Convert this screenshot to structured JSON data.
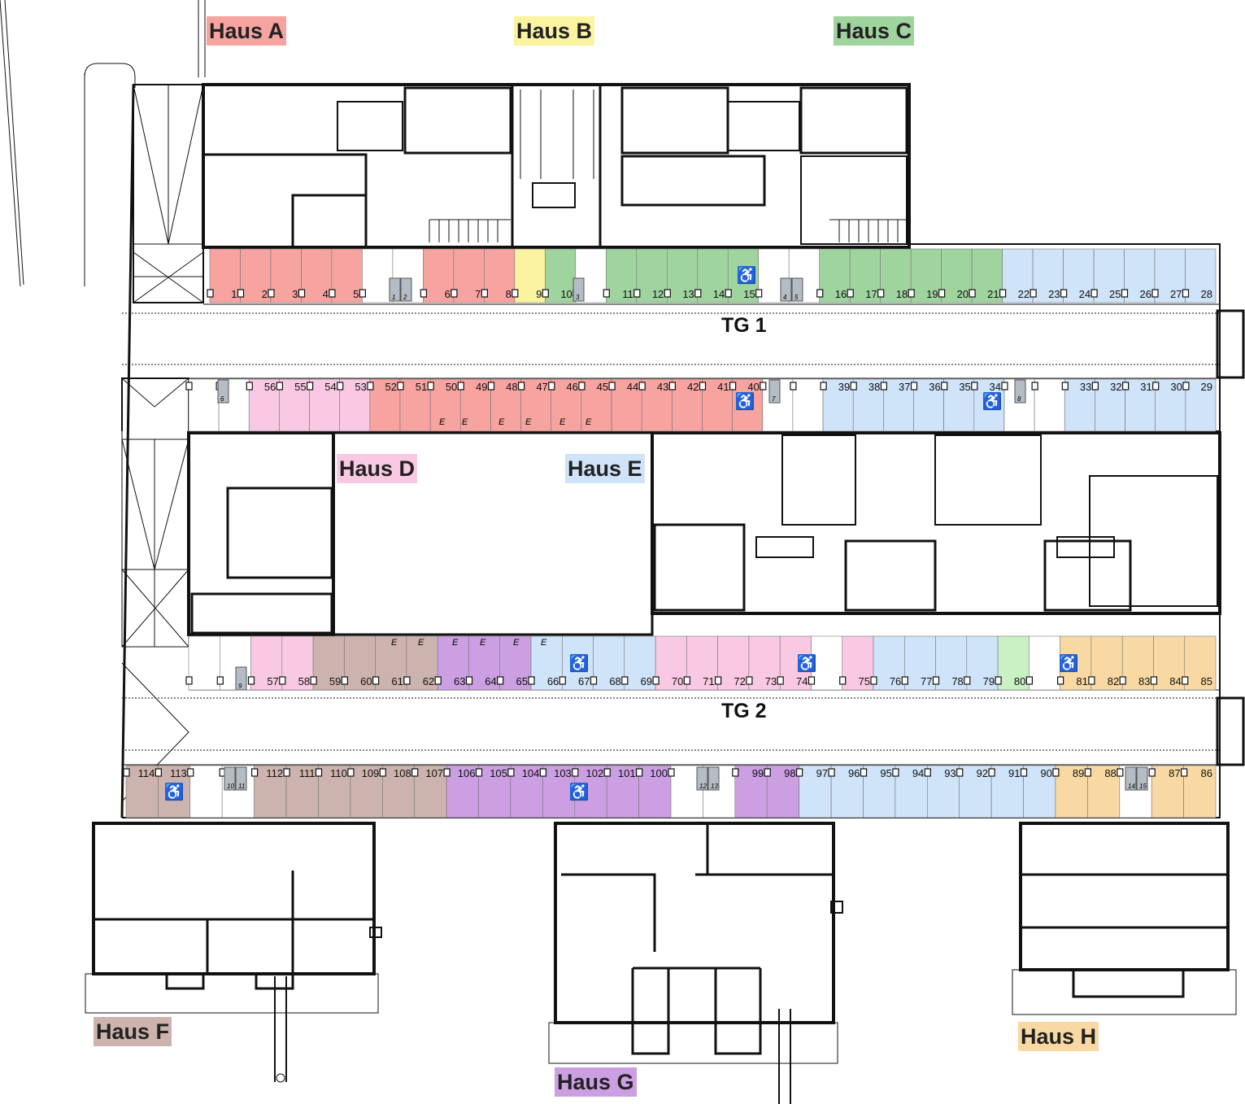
{
  "colors": {
    "A": "#f7a3a0",
    "B": "#fbf3a0",
    "C": "#9fd49f",
    "D": "#f9c9e3",
    "E": "#cfe3f9",
    "F": "#cdb3ad",
    "G": "#cc9fe3",
    "H": "#f9d9a3",
    "W": "#ffffff",
    "X": "#c9f1c4",
    "S": "#b4bcc4"
  },
  "houses": {
    "A": {
      "label": "Haus A"
    },
    "B": {
      "label": "Haus B"
    },
    "C": {
      "label": "Haus C"
    },
    "D": {
      "label": "Haus D"
    },
    "E": {
      "label": "Haus E"
    },
    "F": {
      "label": "Haus F"
    },
    "G": {
      "label": "Haus G"
    },
    "H": {
      "label": "Haus H"
    }
  },
  "garages": {
    "tg1": "TG 1",
    "tg2": "TG 2"
  },
  "rows": {
    "row1": [
      [
        "1",
        "A"
      ],
      [
        "2",
        "A"
      ],
      [
        "3",
        "A"
      ],
      [
        "4",
        "A"
      ],
      [
        "5",
        "A"
      ],
      [
        "",
        "W"
      ],
      [
        "",
        "W"
      ],
      [
        "6",
        "A"
      ],
      [
        "7",
        "A"
      ],
      [
        "8",
        "A"
      ],
      [
        "9",
        "B"
      ],
      [
        "10",
        "C"
      ],
      [
        "",
        "W"
      ],
      [
        "11",
        "C"
      ],
      [
        "12",
        "C"
      ],
      [
        "13",
        "C"
      ],
      [
        "14",
        "C"
      ],
      [
        "15",
        "C"
      ],
      [
        "",
        "W"
      ],
      [
        "",
        "W"
      ],
      [
        "16",
        "C"
      ],
      [
        "17",
        "C"
      ],
      [
        "18",
        "C"
      ],
      [
        "19",
        "C"
      ],
      [
        "20",
        "C"
      ],
      [
        "21",
        "C"
      ],
      [
        "22",
        "E"
      ],
      [
        "23",
        "E"
      ],
      [
        "24",
        "E"
      ],
      [
        "25",
        "E"
      ],
      [
        "26",
        "E"
      ],
      [
        "27",
        "E"
      ],
      [
        "28",
        "E"
      ]
    ],
    "row2": [
      [
        "",
        "W"
      ],
      [
        "",
        "W"
      ],
      [
        "56",
        "D"
      ],
      [
        "55",
        "D"
      ],
      [
        "54",
        "D"
      ],
      [
        "53",
        "D"
      ],
      [
        "52",
        "A"
      ],
      [
        "51",
        "A"
      ],
      [
        "50",
        "A"
      ],
      [
        "49",
        "A"
      ],
      [
        "48",
        "A"
      ],
      [
        "47",
        "A"
      ],
      [
        "46",
        "A"
      ],
      [
        "45",
        "A"
      ],
      [
        "44",
        "A"
      ],
      [
        "43",
        "A"
      ],
      [
        "42",
        "A"
      ],
      [
        "41",
        "A"
      ],
      [
        "40",
        "A"
      ],
      [
        "",
        "W"
      ],
      [
        "",
        "W"
      ],
      [
        "39",
        "E"
      ],
      [
        "38",
        "E"
      ],
      [
        "37",
        "E"
      ],
      [
        "36",
        "E"
      ],
      [
        "35",
        "E"
      ],
      [
        "34",
        "E"
      ],
      [
        "",
        "W"
      ],
      [
        "",
        "W"
      ],
      [
        "33",
        "E"
      ],
      [
        "32",
        "E"
      ],
      [
        "31",
        "E"
      ],
      [
        "30",
        "E"
      ],
      [
        "29",
        "E"
      ]
    ],
    "row3": [
      [
        "",
        "W"
      ],
      [
        "",
        "W"
      ],
      [
        "57",
        "D"
      ],
      [
        "58",
        "D"
      ],
      [
        "59",
        "F"
      ],
      [
        "60",
        "F"
      ],
      [
        "61",
        "F"
      ],
      [
        "62",
        "F"
      ],
      [
        "63",
        "G"
      ],
      [
        "64",
        "G"
      ],
      [
        "65",
        "G"
      ],
      [
        "66",
        "E"
      ],
      [
        "67",
        "E"
      ],
      [
        "68",
        "E"
      ],
      [
        "69",
        "E"
      ],
      [
        "70",
        "D"
      ],
      [
        "71",
        "D"
      ],
      [
        "72",
        "D"
      ],
      [
        "73",
        "D"
      ],
      [
        "74",
        "D"
      ],
      [
        "",
        "W"
      ],
      [
        "75",
        "D"
      ],
      [
        "76",
        "E"
      ],
      [
        "77",
        "E"
      ],
      [
        "78",
        "E"
      ],
      [
        "79",
        "E"
      ],
      [
        "80",
        "X"
      ],
      [
        "",
        "W"
      ],
      [
        "81",
        "H"
      ],
      [
        "82",
        "H"
      ],
      [
        "83",
        "H"
      ],
      [
        "84",
        "H"
      ],
      [
        "85",
        "H"
      ]
    ],
    "row4": [
      [
        "114",
        "F"
      ],
      [
        "113",
        "F"
      ],
      [
        "",
        "W"
      ],
      [
        "",
        "W"
      ],
      [
        "112",
        "F"
      ],
      [
        "111",
        "F"
      ],
      [
        "110",
        "F"
      ],
      [
        "109",
        "F"
      ],
      [
        "108",
        "F"
      ],
      [
        "107",
        "F"
      ],
      [
        "106",
        "G"
      ],
      [
        "105",
        "G"
      ],
      [
        "104",
        "G"
      ],
      [
        "103",
        "G"
      ],
      [
        "102",
        "G"
      ],
      [
        "101",
        "G"
      ],
      [
        "100",
        "G"
      ],
      [
        "",
        "W"
      ],
      [
        "",
        "W"
      ],
      [
        "99",
        "G"
      ],
      [
        "98",
        "G"
      ],
      [
        "97",
        "E"
      ],
      [
        "96",
        "E"
      ],
      [
        "95",
        "E"
      ],
      [
        "94",
        "E"
      ],
      [
        "93",
        "E"
      ],
      [
        "92",
        "E"
      ],
      [
        "91",
        "E"
      ],
      [
        "90",
        "E"
      ],
      [
        "89",
        "H"
      ],
      [
        "88",
        "H"
      ],
      [
        "",
        "W"
      ],
      [
        "87",
        "H"
      ],
      [
        "86",
        "H"
      ]
    ]
  },
  "storage_boxes": [
    "1",
    "2",
    "3",
    "4",
    "5",
    "6",
    "7",
    "8",
    "9",
    "10",
    "11",
    "12",
    "13",
    "14",
    "15"
  ],
  "ev_mark": "E",
  "accessible_symbol": "♿"
}
